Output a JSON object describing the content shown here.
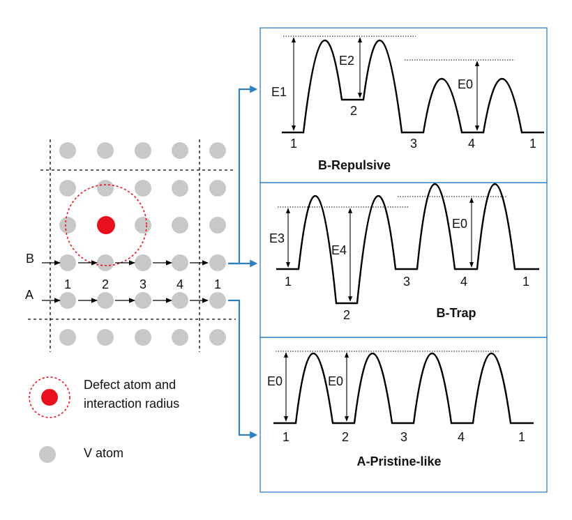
{
  "colors": {
    "atom": "#c8c8c8",
    "defect": "#e8101c",
    "panel_border": "#2f7ec2",
    "connector": "#2f7ec2",
    "ink": "#000000"
  },
  "lattice": {
    "path_b_label": "B",
    "path_a_label": "A",
    "site_labels": [
      "1",
      "2",
      "3",
      "4",
      "1"
    ]
  },
  "legend": {
    "defect_label_line1": "Defect atom and",
    "defect_label_line2": "interaction radius",
    "atom_label": "V atom"
  },
  "panels": {
    "repulsive": {
      "title": "B-Repulsive",
      "site_labels": [
        "1",
        "2",
        "3",
        "4",
        "1"
      ],
      "energy_labels": [
        "E1",
        "E2",
        "E0"
      ]
    },
    "trap": {
      "title": "B-Trap",
      "site_labels": [
        "1",
        "2",
        "3",
        "4",
        "1"
      ],
      "energy_labels": [
        "E3",
        "E4",
        "E0"
      ]
    },
    "pristine": {
      "title": "A-Pristine-like",
      "site_labels": [
        "1",
        "2",
        "3",
        "4",
        "1"
      ],
      "energy_labels": [
        "E0",
        "E0"
      ]
    }
  }
}
